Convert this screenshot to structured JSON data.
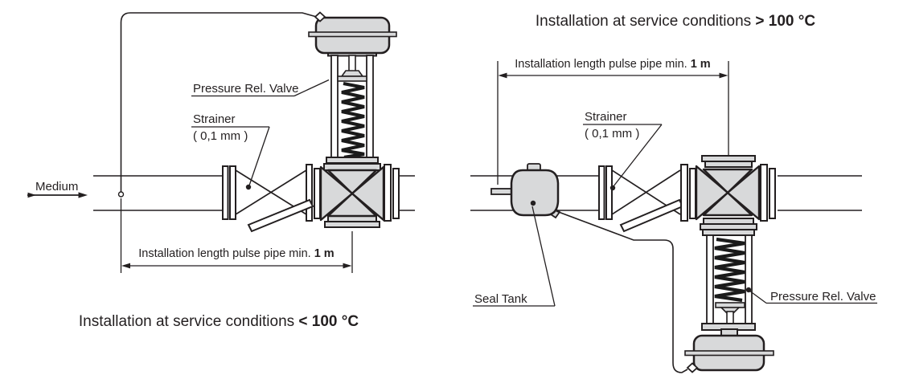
{
  "colors": {
    "line": "#231f20",
    "component_fill": "#d8d9da",
    "spring": "#1a1a1a",
    "background": "#ffffff"
  },
  "diagram_left": {
    "medium_label": "Medium",
    "pressure_rel_valve_label": "Pressure Rel. Valve",
    "strainer_label": "Strainer",
    "strainer_size_label": "( 0,1 mm )",
    "dimension_text": "Installation length pulse pipe min. ",
    "dimension_bold": "1 m",
    "caption_text": "Installation at service conditions ",
    "caption_bold": "< 100 °C"
  },
  "diagram_right": {
    "title_text": "Installation at service conditions ",
    "title_bold": "> 100 °C",
    "dimension_text": "Installation length pulse pipe min. ",
    "dimension_bold": "1 m",
    "strainer_label": "Strainer",
    "strainer_size_label": "( 0,1 mm )",
    "seal_tank_label": "Seal Tank",
    "pressure_rel_valve_label": "Pressure Rel. Valve"
  }
}
